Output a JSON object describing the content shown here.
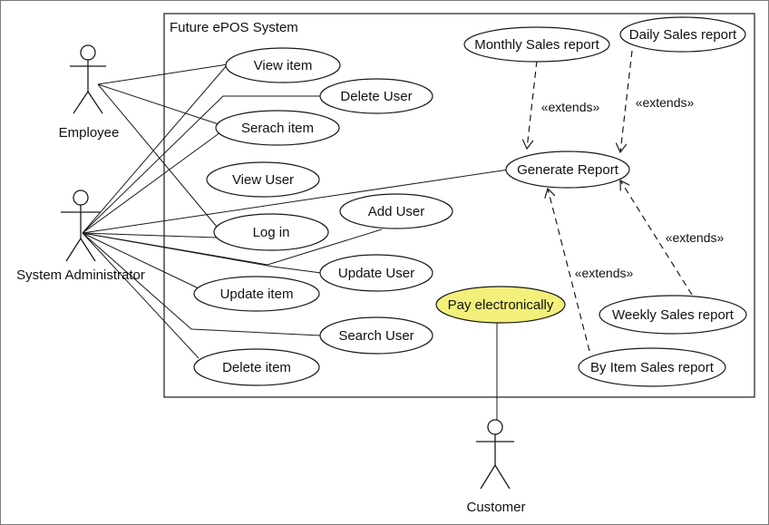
{
  "system": {
    "title": "Future ePOS System"
  },
  "actors": {
    "employee": "Employee",
    "admin": "System Administrator",
    "customer": "Customer"
  },
  "use_cases": {
    "view_item": "View item",
    "delete_user": "Delete User",
    "search_item": "Serach item",
    "view_user": "View User",
    "log_in": "Log in",
    "add_user": "Add User",
    "update_user": "Update User",
    "update_item": "Update item",
    "search_user": "Search User",
    "delete_item": "Delete item",
    "generate_report": "Generate Report",
    "monthly_sales": "Monthly Sales report",
    "daily_sales": "Daily Sales report",
    "weekly_sales": "Weekly Sales report",
    "by_item_sales": "By Item Sales report",
    "pay_electronically": "Pay electronically"
  },
  "relations": {
    "extends_monthly": "«extends»",
    "extends_daily": "«extends»",
    "extends_weekly": "«extends»",
    "extends_by_item": "«extends»"
  },
  "colors": {
    "highlight": "#f2f07a",
    "line": "#1a1a1a"
  }
}
